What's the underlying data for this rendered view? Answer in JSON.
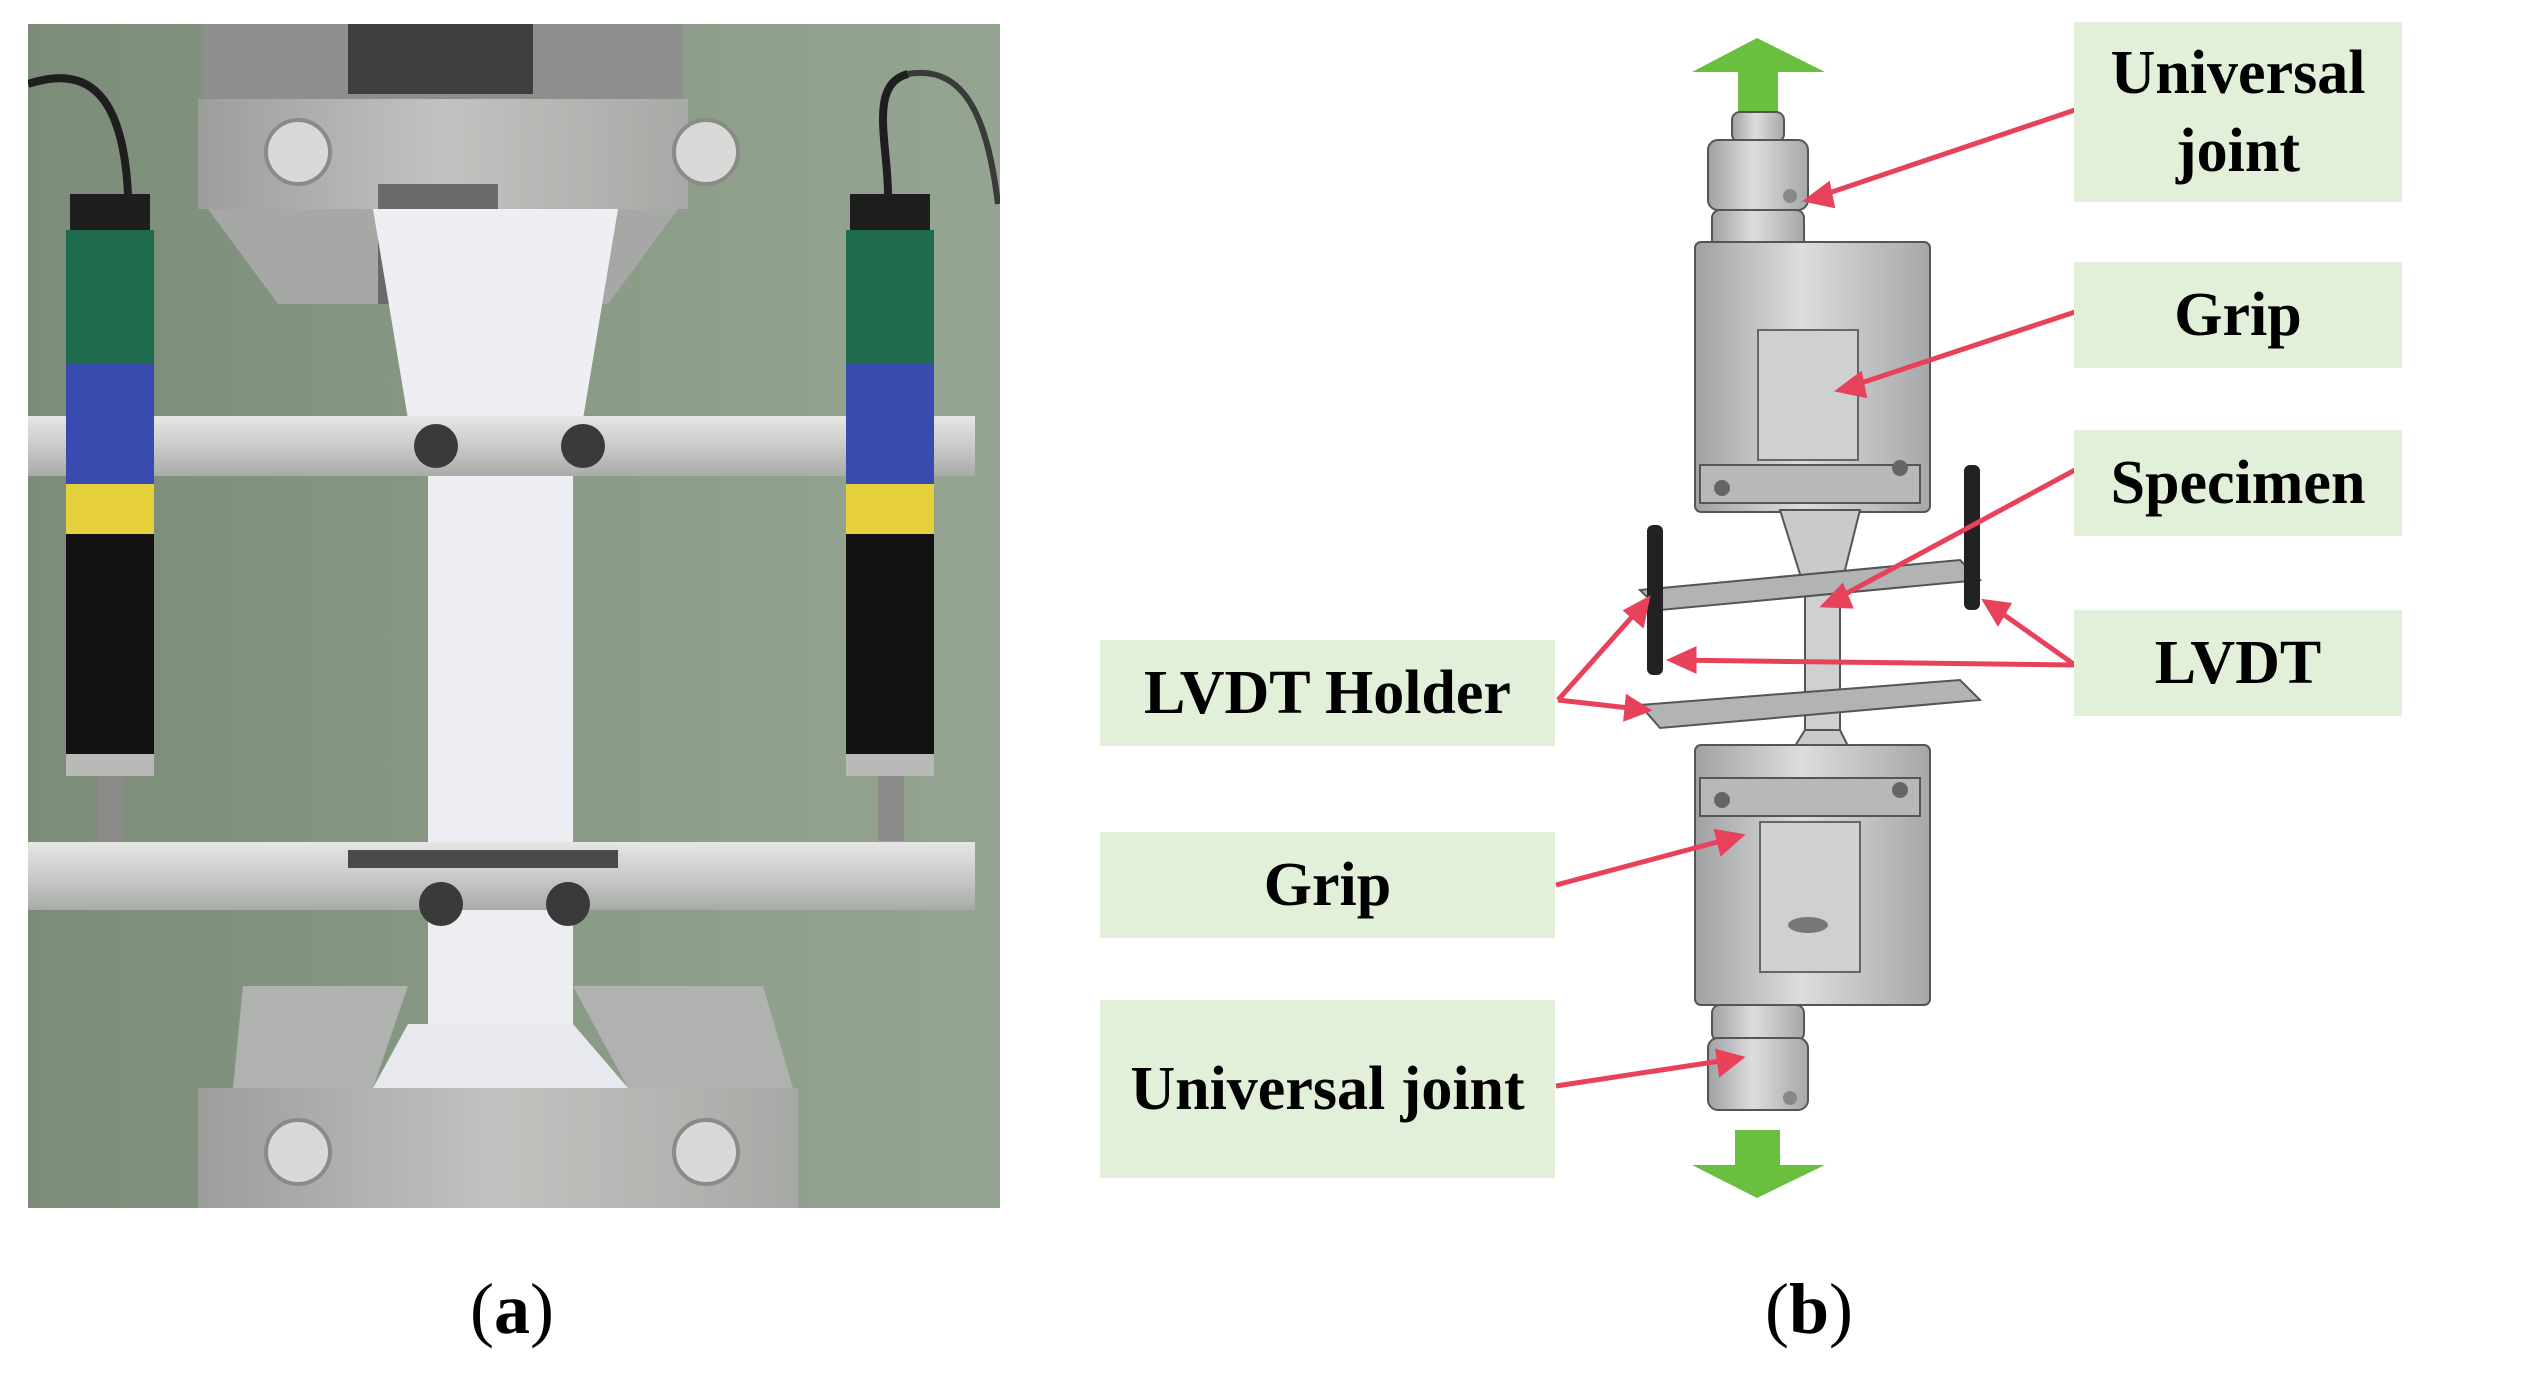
{
  "panels": {
    "a": {
      "caption_open": "(",
      "caption_letter": "a",
      "caption_close": ")"
    },
    "b": {
      "caption_open": "(",
      "caption_letter": "b",
      "caption_close": ")"
    }
  },
  "labels": {
    "universal_joint_top": "Universal joint",
    "grip_top": "Grip",
    "specimen": "Specimen",
    "lvdt": "LVDT",
    "lvdt_holder": "LVDT Holder",
    "grip_bottom": "Grip",
    "universal_joint_bottom": "Universal joint"
  },
  "colors": {
    "label_bg": "#e2efd9",
    "leader_line": "#e8415a",
    "arrow_green": "#6abf3f",
    "photo_bg": "#7e907b",
    "metal": "#c4c6c8"
  }
}
